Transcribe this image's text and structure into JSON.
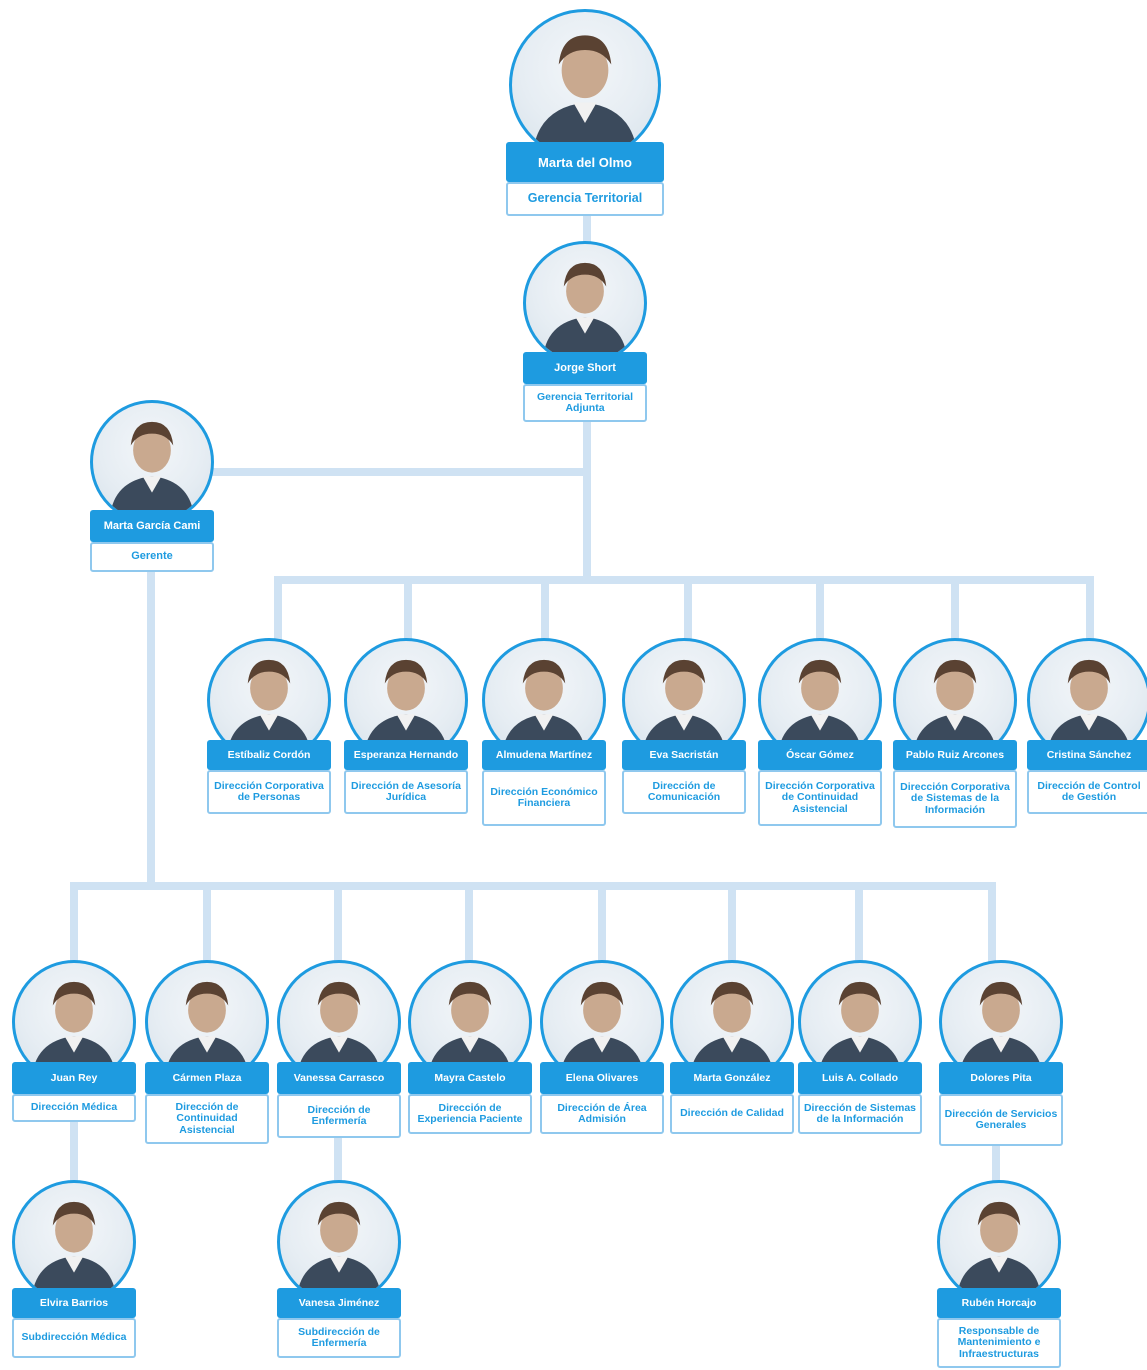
{
  "org": {
    "top": {
      "name": "Marta del Olmo",
      "role": "Gerencia Territorial",
      "photo_icon": "person-photo-icon"
    },
    "deputy": {
      "name": "Jorge Short",
      "role": "Gerencia Territorial Adjunta",
      "photo_icon": "person-photo-icon"
    },
    "manager": {
      "name": "Marta García Cami",
      "role": "Gerente",
      "photo_icon": "person-photo-icon"
    },
    "corporate": [
      {
        "name": "Estíbaliz Cordón",
        "role": "Dirección Corporativa de Personas"
      },
      {
        "name": "Esperanza Hernando",
        "role": "Dirección de Asesoría Jurídica"
      },
      {
        "name": "Almudena Martínez",
        "role": "Dirección Económico Financiera"
      },
      {
        "name": "Eva Sacristán",
        "role": "Dirección de Comunicación"
      },
      {
        "name": "Óscar Gómez",
        "role": "Dirección Corporativa de Continuidad Asistencial"
      },
      {
        "name": "Pablo Ruiz Arcones",
        "role": "Dirección Corporativa de Sistemas de la Información"
      },
      {
        "name": "Cristina Sánchez",
        "role": "Dirección de Control de Gestión"
      }
    ],
    "hospital": [
      {
        "name": "Juan Rey",
        "role": "Dirección Médica"
      },
      {
        "name": "Cármen Plaza",
        "role": "Dirección de Continuidad Asistencial"
      },
      {
        "name": "Vanessa Carrasco",
        "role": "Dirección de Enfermería"
      },
      {
        "name": "Mayra Castelo",
        "role": "Dirección de Experiencia Paciente"
      },
      {
        "name": "Elena Olivares",
        "role": "Dirección de Área Admisión"
      },
      {
        "name": "Marta González",
        "role": "Dirección de Calidad"
      },
      {
        "name": "Luis A. Collado",
        "role": "Dirección de Sistemas de la Información"
      },
      {
        "name": "Dolores Pita",
        "role": "Dirección de Servicios Generales"
      }
    ],
    "sub": [
      {
        "name": "Elvira Barrios",
        "role": "Subdirección Médica"
      },
      {
        "name": "Vanesa Jiménez",
        "role": "Subdirección de Enfermería"
      },
      {
        "name": "Rubén Horcajo",
        "role": "Responsable de Mantenimiento e Infraestructuras"
      }
    ]
  },
  "colors": {
    "accent": "#1e9be0",
    "connector": "#cfe2f3",
    "role_border": "#8fc8ee"
  }
}
